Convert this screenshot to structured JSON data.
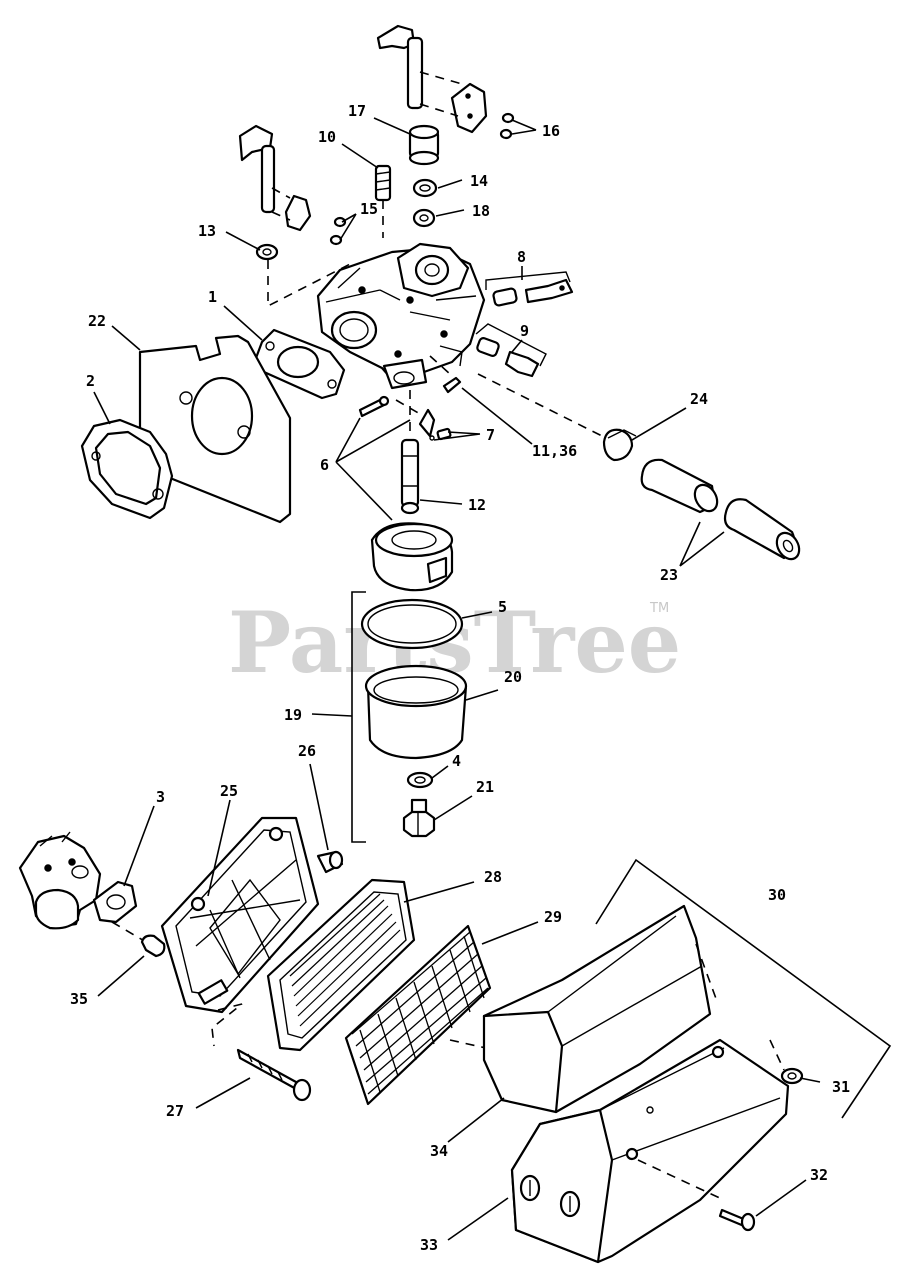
{
  "watermark": {
    "text": "PartsTree",
    "tm": "TM"
  },
  "callouts": {
    "c1": "1",
    "c2": "2",
    "c3": "3",
    "c4": "4",
    "c5": "5",
    "c6": "6",
    "c7": "7",
    "c8": "8",
    "c9": "9",
    "c10": "10",
    "c11_36": "11,36",
    "c12": "12",
    "c13": "13",
    "c14": "14",
    "c15": "15",
    "c16": "16",
    "c17": "17",
    "c18": "18",
    "c19": "19",
    "c20": "20",
    "c21": "21",
    "c22": "22",
    "c23": "23",
    "c24": "24",
    "c25": "25",
    "c26": "26",
    "c27": "27",
    "c28": "28",
    "c29": "29",
    "c30": "30",
    "c31": "31",
    "c32": "32",
    "c33": "33",
    "c34": "34",
    "c35": "35"
  }
}
